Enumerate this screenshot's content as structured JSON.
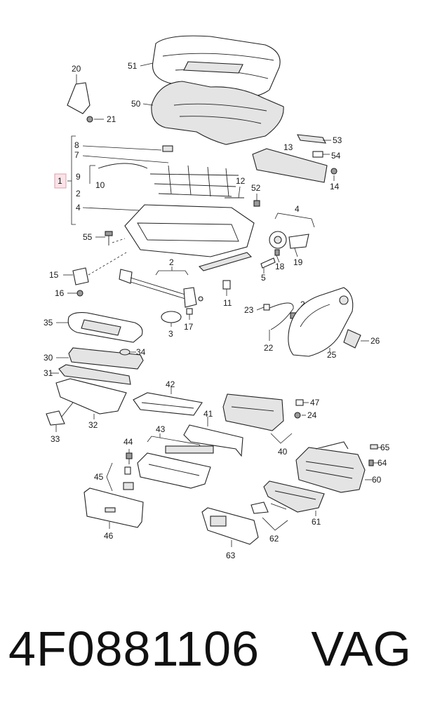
{
  "footer": {
    "part_number": "4F0881106",
    "brand": "VAG"
  },
  "callouts": {
    "c1": "1",
    "c2a": "2",
    "c2b": "2",
    "c3": "3",
    "c4a": "4",
    "c4b": "4",
    "c5": "5",
    "c7": "7",
    "c8": "8",
    "c9": "9",
    "c10": "10",
    "c11": "11",
    "c12": "12",
    "c13": "13",
    "c14": "14",
    "c15": "15",
    "c16": "16",
    "c17": "17",
    "c18": "18",
    "c19": "19",
    "c20": "20",
    "c21": "21",
    "c22": "22",
    "c23": "23",
    "c24a": "24",
    "c24b": "24",
    "c25": "25",
    "c26": "26",
    "c30": "30",
    "c31": "31",
    "c32": "32",
    "c33": "33",
    "c34": "34",
    "c35": "35",
    "c40": "40",
    "c41": "41",
    "c42": "42",
    "c43": "43",
    "c44": "44",
    "c45": "45",
    "c46": "46",
    "c47": "47",
    "c50": "50",
    "c51": "51",
    "c52": "52",
    "c53": "53",
    "c54": "54",
    "c55": "55",
    "c60": "60",
    "c61": "61",
    "c62": "62",
    "c63": "63",
    "c64": "64",
    "c65": "65"
  }
}
